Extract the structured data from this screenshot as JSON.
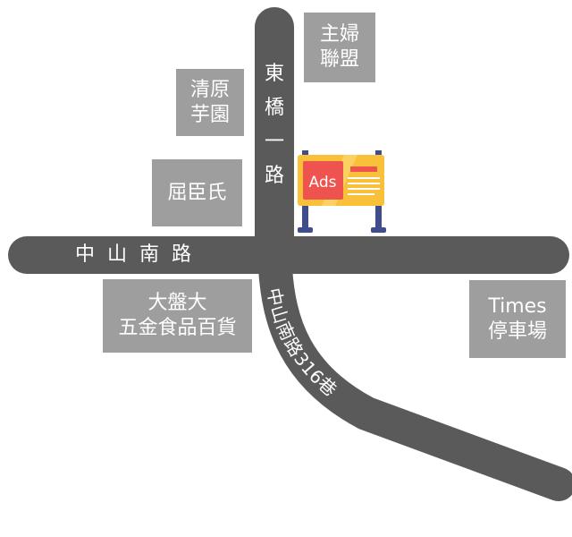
{
  "map": {
    "background": "#ffffff",
    "road_color": "#5a5a5a",
    "landmark_color": "#9e9e9e",
    "roads": {
      "east_bridge_1st_rd": {
        "name": "東橋一路",
        "chars": [
          "東",
          "橋",
          "一",
          "路"
        ]
      },
      "zhongshan_s_rd": {
        "name": "中山南路",
        "chars": [
          "中",
          "山",
          "南",
          "路"
        ]
      },
      "zhongshan_s_rd_lane_316": {
        "name": "中山南路316巷"
      }
    },
    "landmarks": {
      "housewives_union": {
        "lines": [
          "主婦",
          "聯盟"
        ]
      },
      "qingyuan_taro": {
        "lines": [
          "清原",
          "芋園"
        ]
      },
      "quchenshi": {
        "lines": [
          "屈臣氏"
        ]
      },
      "dapandai_hardware": {
        "lines": [
          "大盤大",
          "五金食品百貨"
        ]
      },
      "times_parking": {
        "lines": [
          "Times",
          "停車場"
        ]
      }
    },
    "billboard": {
      "icon": "ads-billboard-icon",
      "label": "Ads",
      "board_color": "#f9c03a",
      "panel_color": "#ef5350",
      "post_color": "#3f4d8c"
    }
  }
}
